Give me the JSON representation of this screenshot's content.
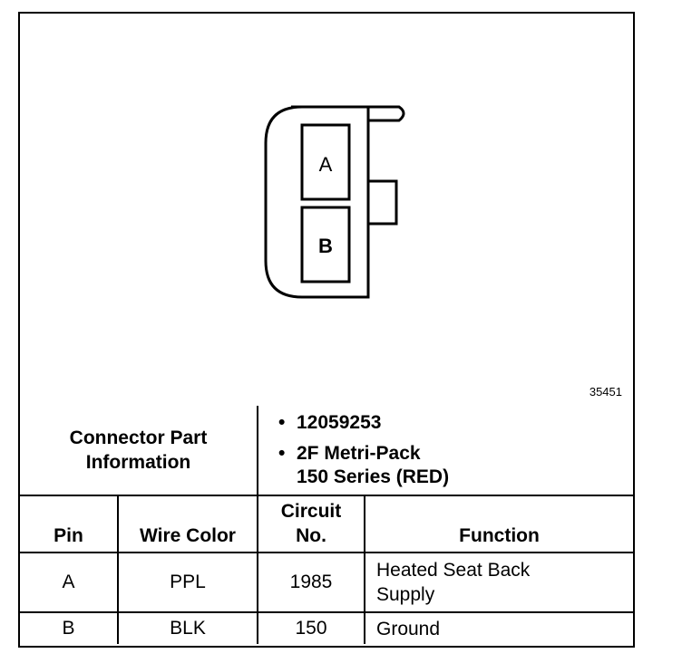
{
  "connector": {
    "pin_a_label": "A",
    "pin_b_label": "B",
    "figure_id": "35451"
  },
  "info": {
    "label_line1": "Connector Part",
    "label_line2": "Information",
    "items": [
      {
        "bullet": "•",
        "line1": "12059253",
        "line2": ""
      },
      {
        "bullet": "•",
        "line1": "2F Metri-Pack",
        "line2": "150 Series (RED)"
      }
    ]
  },
  "table": {
    "headers": {
      "pin": "Pin",
      "wire_color": "Wire Color",
      "circuit_line1": "Circuit",
      "circuit_line2": "No.",
      "function": "Function"
    },
    "rows": [
      {
        "pin": "A",
        "wire_color": "PPL",
        "circuit": "1985",
        "function_line1": "Heated Seat Back",
        "function_line2": "Supply"
      },
      {
        "pin": "B",
        "wire_color": "BLK",
        "circuit": "150",
        "function_line1": "Ground",
        "function_line2": ""
      }
    ]
  }
}
